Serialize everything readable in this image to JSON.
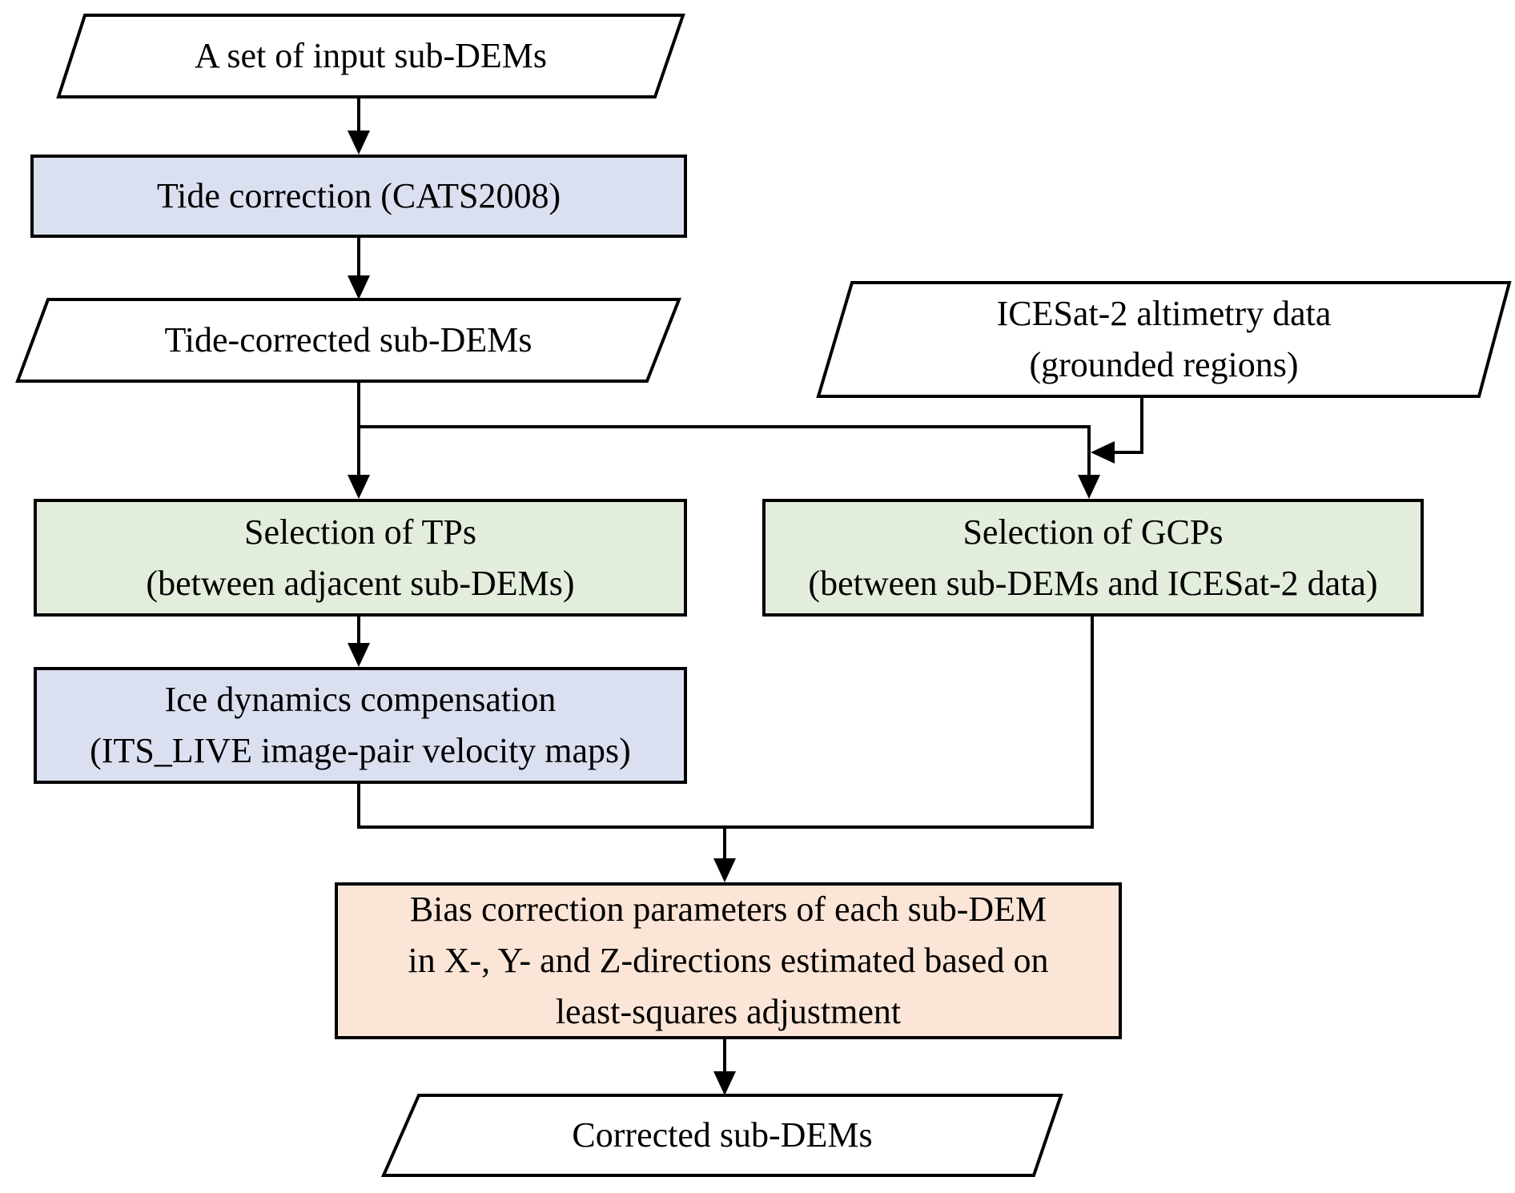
{
  "diagram": {
    "type": "flowchart",
    "colors": {
      "io_fill": "#ffffff",
      "process_blue": "#dbe0f1",
      "process_green": "#e2eedb",
      "process_orange": "#fbe5d6",
      "line_black": "#000000"
    },
    "nodes": {
      "input": {
        "shape": "parallelogram",
        "lines": [
          "A set of input sub-DEMs"
        ]
      },
      "tide_correction": {
        "shape": "rectangle",
        "fill": "#dbe0f1",
        "lines": [
          "Tide correction (CATS2008)"
        ]
      },
      "tide_corrected": {
        "shape": "parallelogram",
        "lines": [
          "Tide-corrected sub-DEMs"
        ]
      },
      "icesat": {
        "shape": "parallelogram",
        "lines": [
          "ICESat-2 altimetry data",
          "(grounded regions)"
        ]
      },
      "tps": {
        "shape": "rectangle",
        "fill": "#e2eedb",
        "lines": [
          "Selection of TPs",
          "(between adjacent sub-DEMs)"
        ]
      },
      "gcps": {
        "shape": "rectangle",
        "fill": "#e2eedb",
        "lines": [
          "Selection of GCPs",
          "(between sub-DEMs and ICESat-2 data)"
        ]
      },
      "ice_dynamics": {
        "shape": "rectangle",
        "fill": "#dbe0f1",
        "lines": [
          "Ice dynamics compensation",
          "(ITS_LIVE image-pair velocity maps)"
        ]
      },
      "bias": {
        "shape": "rectangle",
        "fill": "#fbe5d6",
        "lines": [
          "Bias correction parameters of each sub-DEM",
          "in X-, Y- and Z-directions estimated based on",
          "least-squares adjustment"
        ]
      },
      "corrected": {
        "shape": "parallelogram",
        "lines": [
          "Corrected sub-DEMs"
        ]
      }
    }
  }
}
